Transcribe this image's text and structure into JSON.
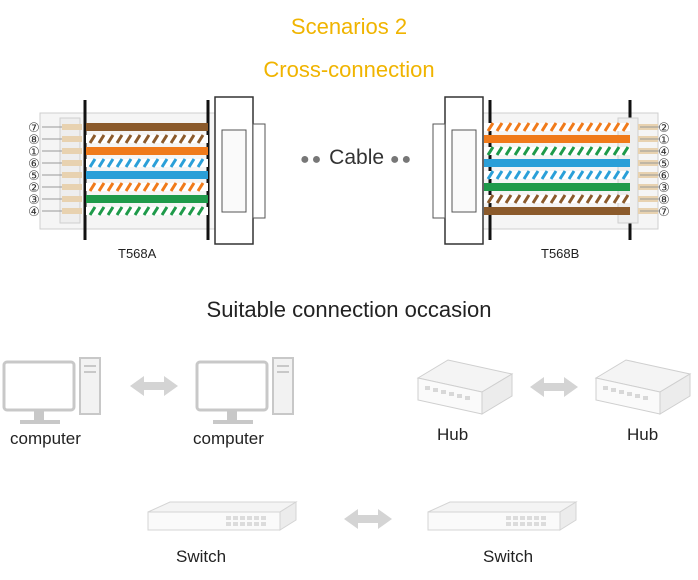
{
  "header": {
    "scenario": "Scenarios 2",
    "subtitle": "Cross-connection"
  },
  "connector_a": {
    "standard": "T568A",
    "pins": [
      "⑦",
      "⑧",
      "①",
      "⑥",
      "⑤",
      "②",
      "③",
      "④"
    ],
    "wires": [
      {
        "color": "#8b5a2b",
        "striped": false
      },
      {
        "color": "#8b5a2b",
        "striped": true
      },
      {
        "color": "#f07a1a",
        "striped": false
      },
      {
        "color": "#2a9fd8",
        "striped": true
      },
      {
        "color": "#2a9fd8",
        "striped": false
      },
      {
        "color": "#f07a1a",
        "striped": true
      },
      {
        "color": "#1e9a4a",
        "striped": false
      },
      {
        "color": "#1e9a4a",
        "striped": true
      }
    ]
  },
  "connector_b": {
    "standard": "T568B",
    "pins": [
      "②",
      "①",
      "④",
      "⑤",
      "⑥",
      "③",
      "⑧",
      "⑦"
    ],
    "wires": [
      {
        "color": "#f07a1a",
        "striped": true
      },
      {
        "color": "#f07a1a",
        "striped": false
      },
      {
        "color": "#1e9a4a",
        "striped": true
      },
      {
        "color": "#2a9fd8",
        "striped": false
      },
      {
        "color": "#2a9fd8",
        "striped": true
      },
      {
        "color": "#1e9a4a",
        "striped": false
      },
      {
        "color": "#8b5a2b",
        "striped": true
      },
      {
        "color": "#8b5a2b",
        "striped": false
      }
    ]
  },
  "cable": {
    "label": "Cable"
  },
  "occasion": {
    "title": "Suitable connection occasion",
    "pairs": [
      {
        "left": "computer",
        "right": "computer",
        "icon": "computer-icon"
      },
      {
        "left": "Hub",
        "right": "Hub",
        "icon": "hub-icon"
      },
      {
        "left": "Switch",
        "right": "Switch",
        "icon": "switch-icon"
      }
    ]
  },
  "colors": {
    "title_accent": "#f0b400",
    "pin_bg": "#e8d2b0",
    "connector_outline": "#222222"
  }
}
